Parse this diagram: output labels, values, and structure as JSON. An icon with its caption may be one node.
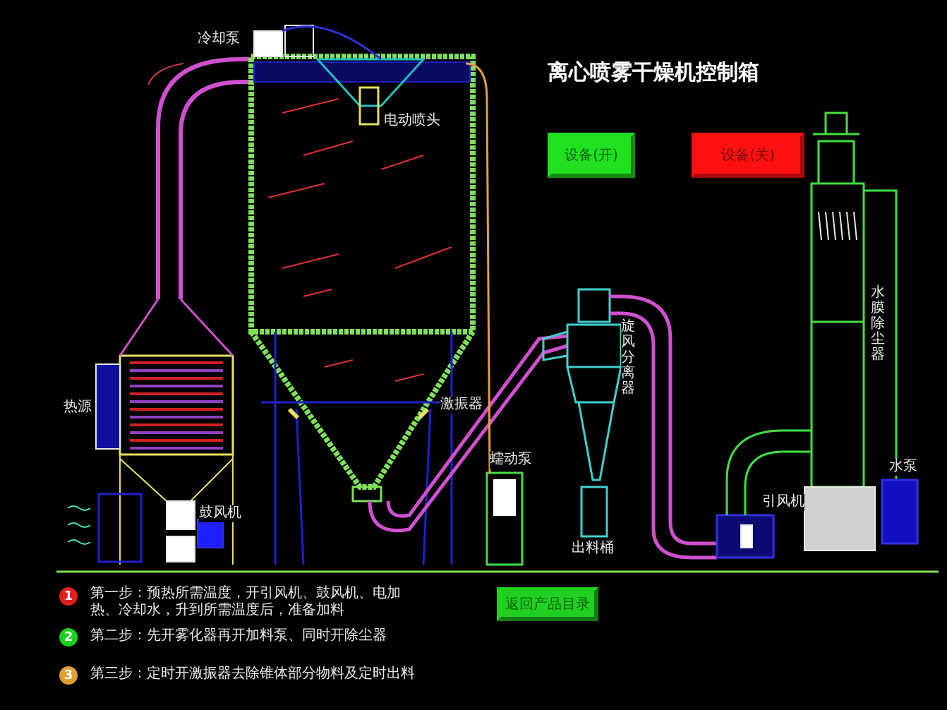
{
  "diagram": {
    "title": "离心喷雾干燥机控制箱",
    "labels": [
      "冷却泵",
      "电动喷头",
      "设备(开)",
      "设备(关)",
      "旋风分离器",
      "水膜除尘器",
      "热源",
      "激振器",
      "蠕动泵",
      "鼓风机",
      "引风机",
      "水泵",
      "出料桶",
      "1",
      "第一步：预热所需温度，开引风机、鼓风机、电加热、冷却水，升到所需温度后，准备加料",
      "返回产品目录",
      "2",
      "第二步：先开雾化器再开加料泵、同时开除尘器",
      "3",
      "第三步：定时开激振器去除锥体部分物料及定时出料"
    ]
  }
}
